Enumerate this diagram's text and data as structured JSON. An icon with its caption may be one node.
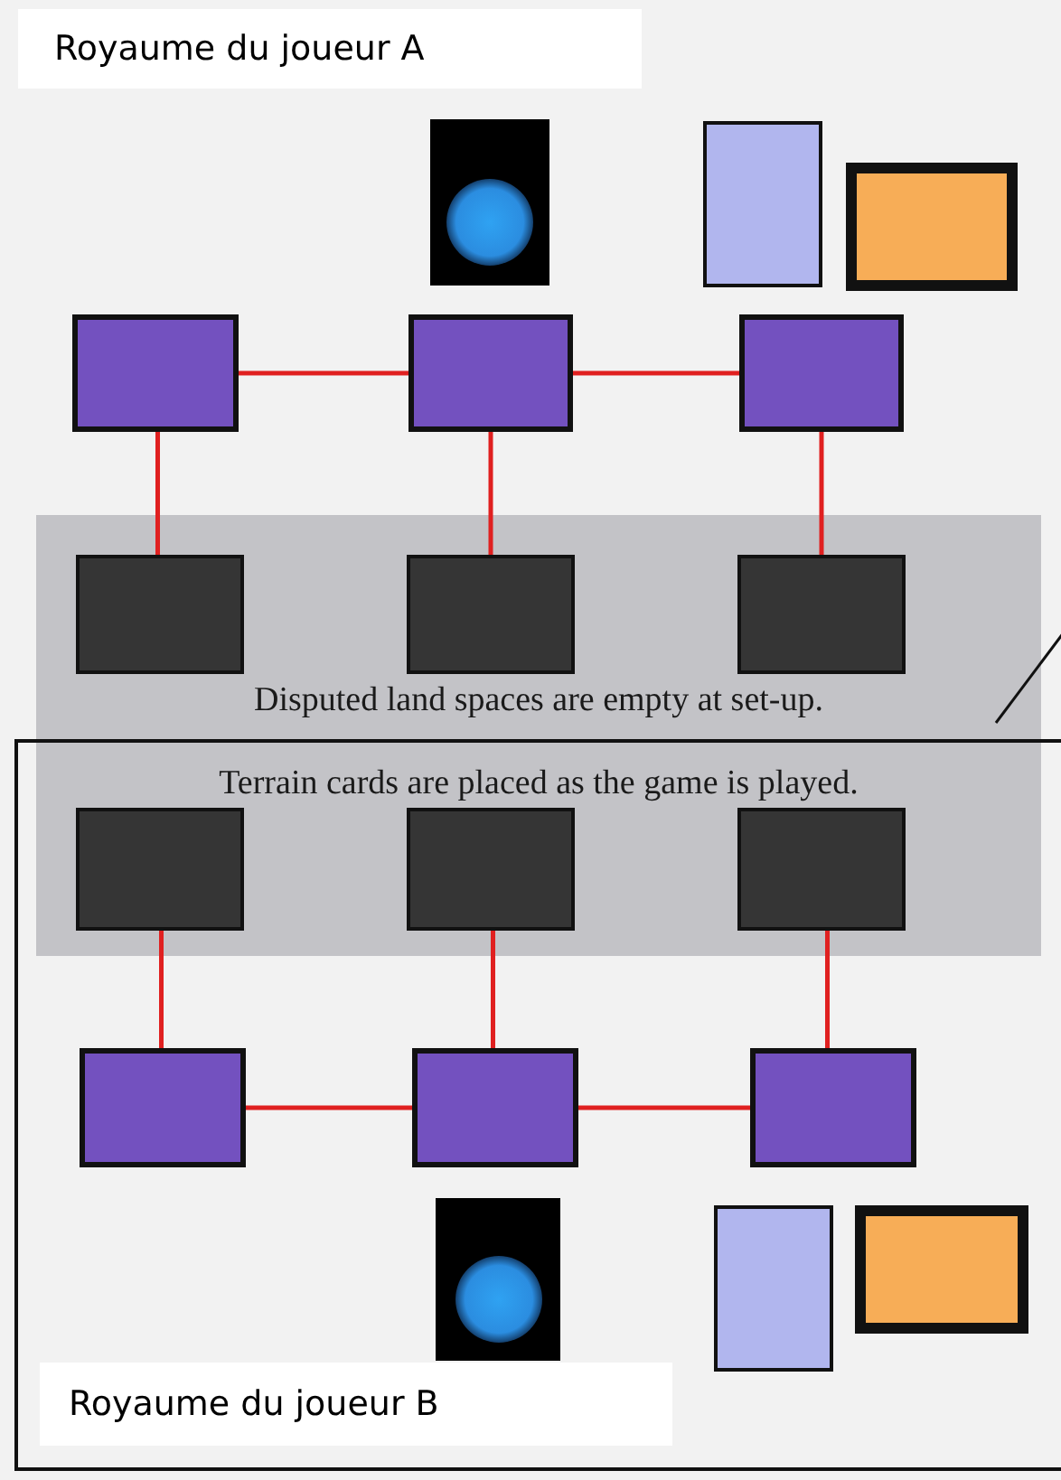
{
  "diagram": {
    "nodes": [
      {
        "text": [],
        "shape": "box"
      },
      {
        "text": [],
        "shape": "box"
      },
      {
        "text": [],
        "shape": "box"
      },
      {
        "text": [],
        "shape": "box"
      },
      {
        "text": [],
        "shape": "box"
      },
      {
        "text": [],
        "shape": "box"
      },
      {
        "text": [
          "Disputed land spaces are empty at set-up.",
          "Terrain cards are placed as the game is played."
        ]
      },
      {
        "text": [],
        "shape": "box",
        "in": 6
      },
      {
        "text": [],
        "shape": "box",
        "in": 6
      },
      {
        "text": [],
        "shape": "box",
        "in": 6
      },
      {
        "text": [
          "Royaume du joueur B"
        ]
      },
      {
        "text": [],
        "shape": "box"
      },
      {
        "text": [],
        "shape": "box"
      },
      {
        "text": [],
        "shape": "box"
      },
      {
        "text": [],
        "shape": "box",
        "in": 10
      },
      {
        "text": [],
        "shape": "box",
        "in": 10
      },
      {
        "text": [],
        "shape": "box",
        "in": 10
      },
      {
        "text": [],
        "shape": "box",
        "in": 10
      },
      {
        "text": [],
        "shape": "box",
        "in": 10
      },
      {
        "text": [],
        "shape": "box",
        "in": 10
      }
    ],
    "edges": [
      {
        "from": 3,
        "to": 4,
        "arrow": "none"
      },
      {
        "from": 4,
        "to": 5,
        "arrow": "none"
      },
      {
        "from": 3,
        "to": 7,
        "arrow": "none"
      },
      {
        "from": 4,
        "to": 8,
        "arrow": "none"
      },
      {
        "from": 5,
        "to": 9,
        "arrow": "none"
      },
      {
        "from": 11,
        "to": 14,
        "arrow": "none"
      },
      {
        "from": 12,
        "to": 15,
        "arrow": "none"
      },
      {
        "from": 13,
        "to": 16,
        "arrow": "none"
      },
      {
        "from": 14,
        "to": 15,
        "arrow": "none"
      },
      {
        "from": 15,
        "to": 16,
        "arrow": "none"
      }
    ],
    "labels": [
      "Royaume du joueur A"
    ]
  }
}
